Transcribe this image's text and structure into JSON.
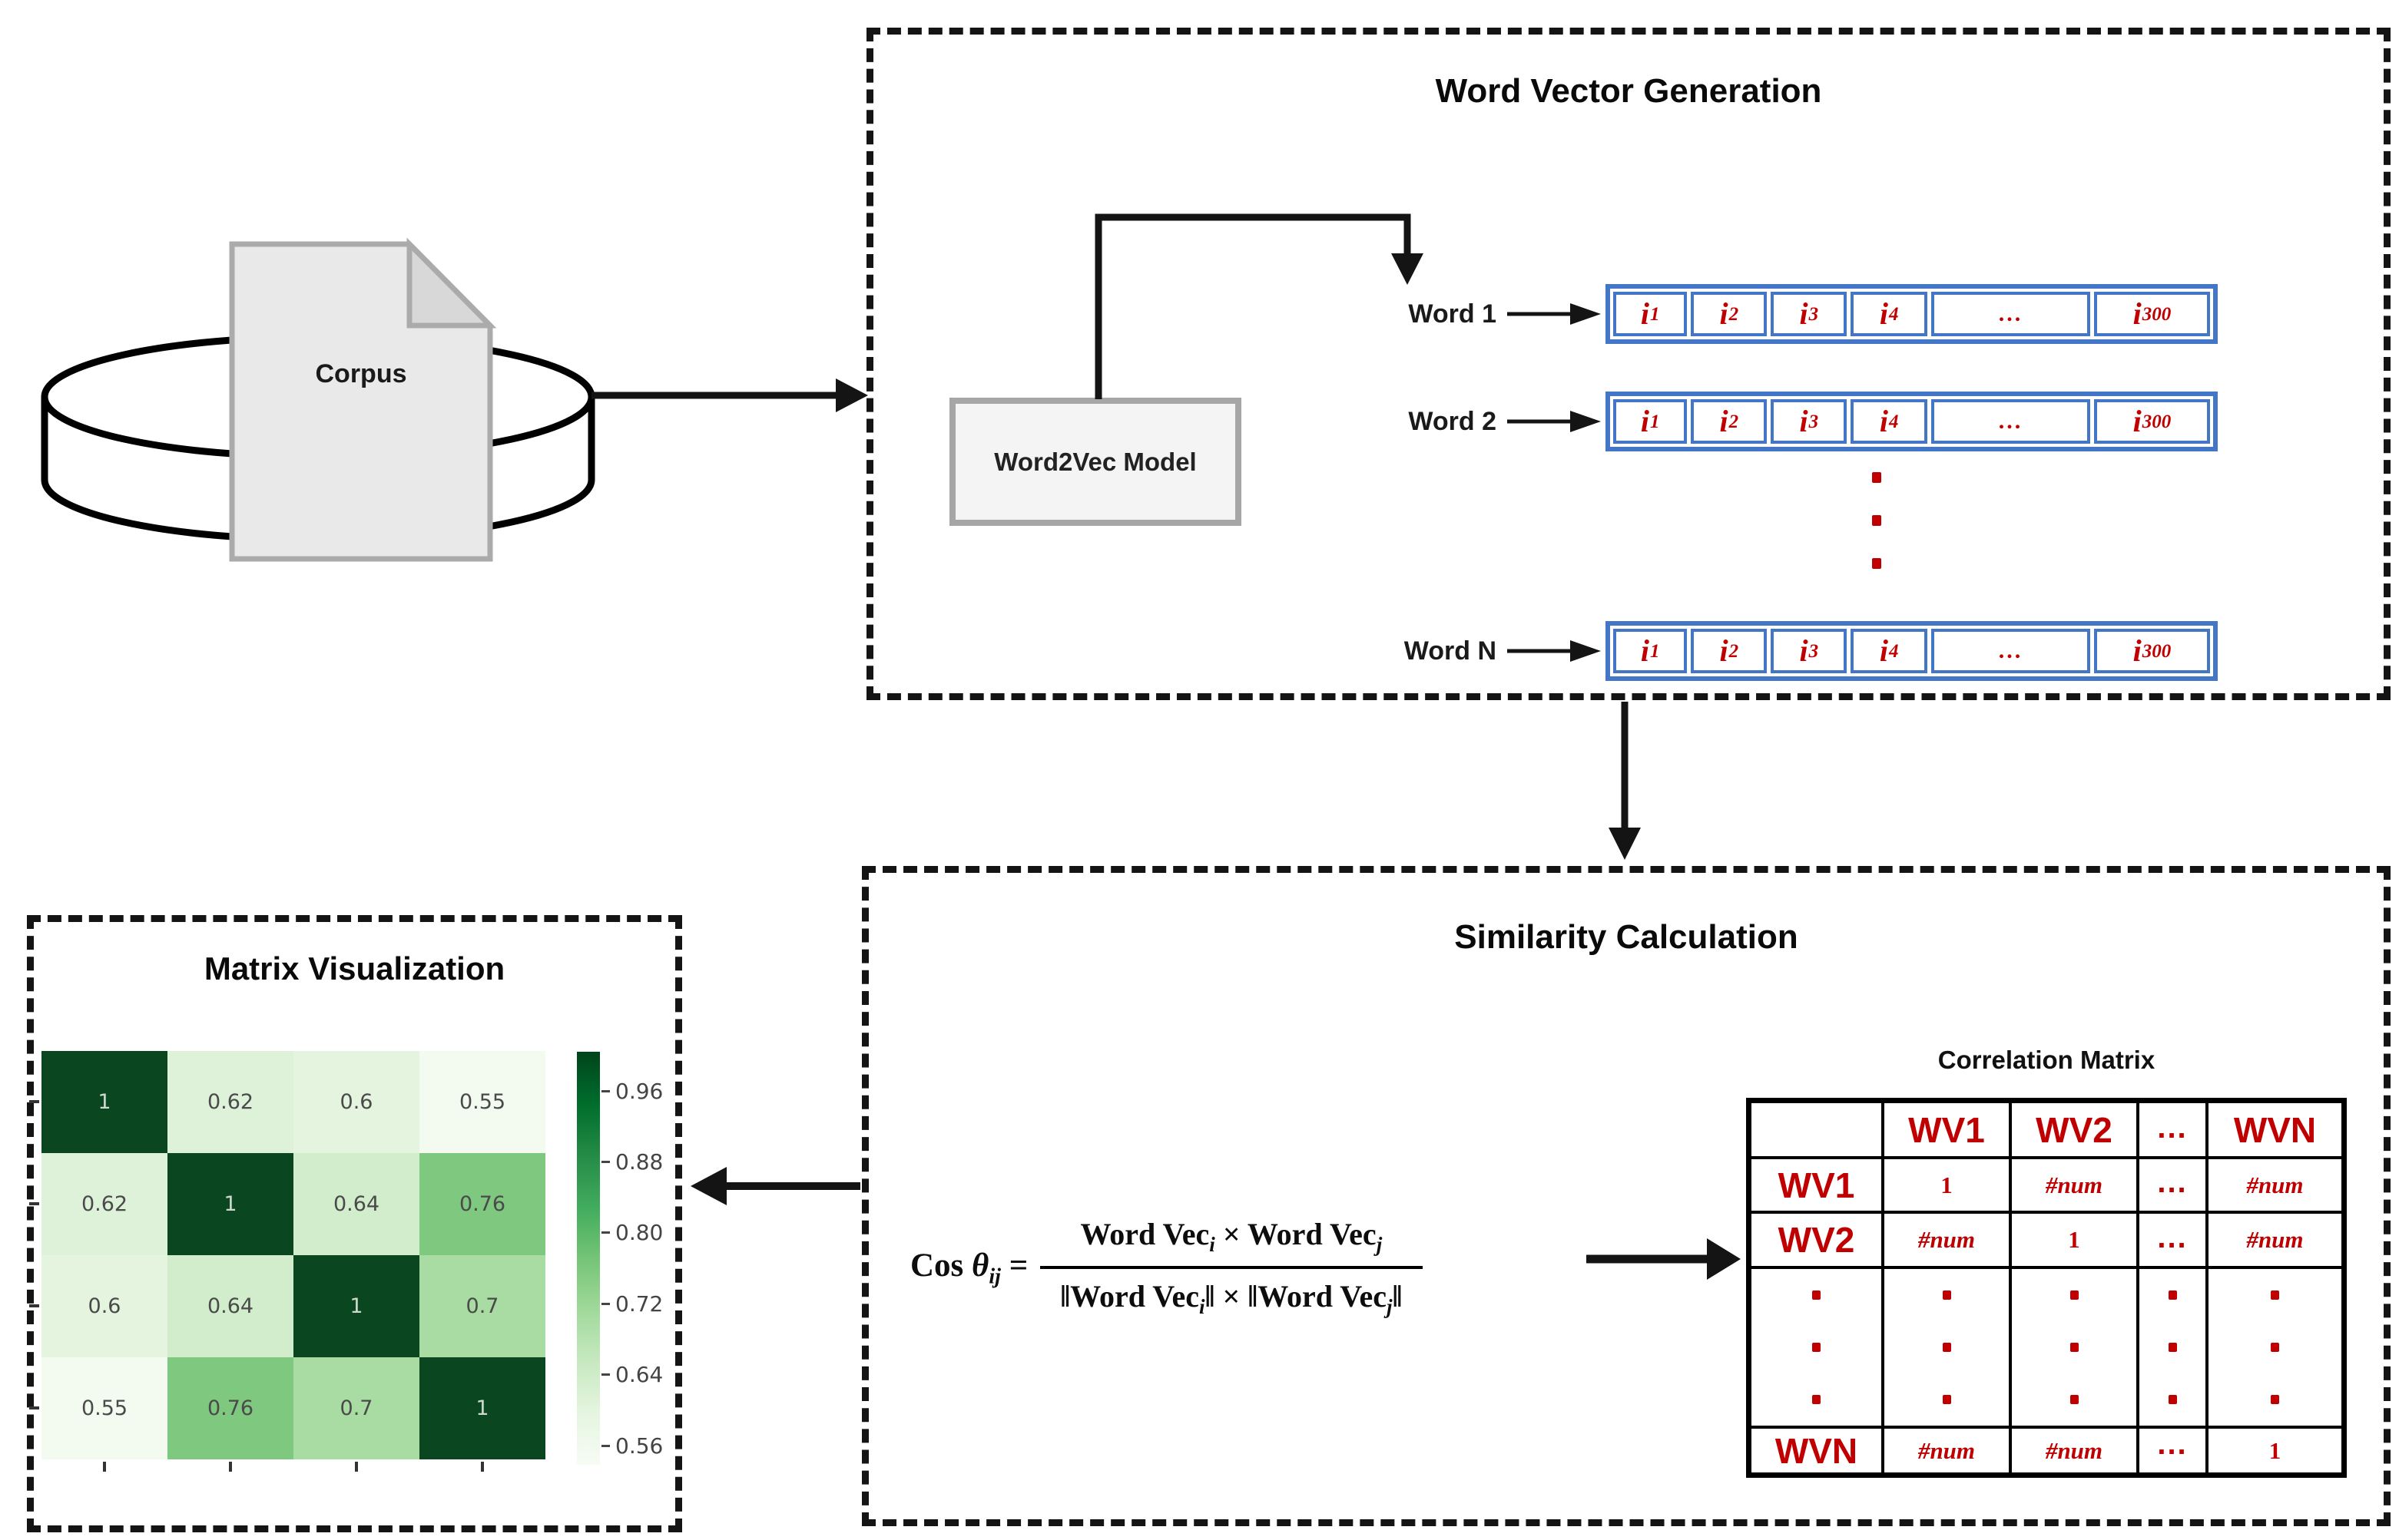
{
  "palette": {
    "accent_red": "#c00000",
    "accent_blue": "#4376c6",
    "line_black": "#141414",
    "model_box_border": "#a6a6a6",
    "model_box_fill": "#f4f4f4",
    "document_fill": "#e9e9e9",
    "document_fold": "#d8d8d8",
    "document_border": "#ababab"
  },
  "corpus": {
    "label": "Corpus"
  },
  "word_vector_generation": {
    "title": "Word Vector Generation",
    "model_label": "Word2Vec Model",
    "rows": [
      {
        "label": "Word 1"
      },
      {
        "label": "Word 2"
      },
      {
        "label": "Word N"
      }
    ],
    "vector_cells": [
      {
        "base": "i",
        "sub": "1"
      },
      {
        "base": "i",
        "sub": "2"
      },
      {
        "base": "i",
        "sub": "3"
      },
      {
        "base": "i",
        "sub": "4"
      },
      {
        "base": "...",
        "sub": ""
      },
      {
        "base": "i",
        "sub": "300"
      }
    ],
    "row_ellipsis_dots": 3
  },
  "similarity_calculation": {
    "title": "Similarity Calculation",
    "formula": {
      "lhs_cos": "Cos ",
      "lhs_theta": "θ",
      "lhs_sub": "ij",
      "equals": " =",
      "numerator": [
        {
          "text": "Word Vec",
          "sub": "i"
        },
        {
          "text": " ×  ",
          "sub": ""
        },
        {
          "text": "Word Vec",
          "sub": "j"
        }
      ],
      "denominator": [
        {
          "text": "‖Word Vec",
          "sub": "i"
        },
        {
          "text": "‖ × ‖Word Vec",
          "sub": "j"
        },
        {
          "text": "‖",
          "sub": ""
        }
      ]
    },
    "correlation_matrix": {
      "caption": "Correlation Matrix",
      "col_headers": [
        "",
        "WV1",
        "WV2",
        "...",
        "WVN"
      ],
      "rows": [
        {
          "type": "data",
          "header": "WV1",
          "cells": [
            "1",
            "#num",
            "...",
            "#num"
          ]
        },
        {
          "type": "data",
          "header": "WV2",
          "cells": [
            "#num",
            "1",
            "...",
            "#num"
          ]
        },
        {
          "type": "dots"
        },
        {
          "type": "data",
          "header": "WVN",
          "cells": [
            "#num",
            "#num",
            "...",
            "1"
          ]
        }
      ]
    }
  },
  "chart_data": {
    "type": "heatmap",
    "title": "Matrix Visualization",
    "values": [
      [
        1,
        0.62,
        0.6,
        0.55
      ],
      [
        0.62,
        1,
        0.64,
        0.76
      ],
      [
        0.6,
        0.64,
        1,
        0.7
      ],
      [
        0.55,
        0.76,
        0.7,
        1
      ]
    ],
    "cell_labels": [
      [
        "1",
        "0.62",
        "0.6",
        "0.55"
      ],
      [
        "0.62",
        "1",
        "0.64",
        "0.76"
      ],
      [
        "0.6",
        "0.64",
        "1",
        "0.7"
      ],
      [
        "0.55",
        "0.76",
        "0.7",
        "1"
      ]
    ],
    "cell_colors": [
      [
        "#0a4620",
        "#ddf2d8",
        "#e4f4df",
        "#f3faf0"
      ],
      [
        "#ddf2d8",
        "#0a4620",
        "#d2edcb",
        "#7ec87f"
      ],
      [
        "#e4f4df",
        "#d2edcb",
        "#0a4620",
        "#a9dca3"
      ],
      [
        "#f3faf0",
        "#7ec87f",
        "#a9dca3",
        "#0a4620"
      ]
    ],
    "diag_text_color": "#cdd9cc",
    "offdiag_text_color": "#4a4a4a",
    "colormap": "Greens",
    "vmin": 0.55,
    "vmax": 1.0,
    "axis_tick_labels": "none",
    "grid": false,
    "colorbar": {
      "position": "right",
      "ticks": [
        "0.96",
        "0.88",
        "0.80",
        "0.72",
        "0.64",
        "0.56"
      ],
      "gradient_top": "#00441b",
      "gradient_bottom": "#f7fcf5"
    }
  }
}
